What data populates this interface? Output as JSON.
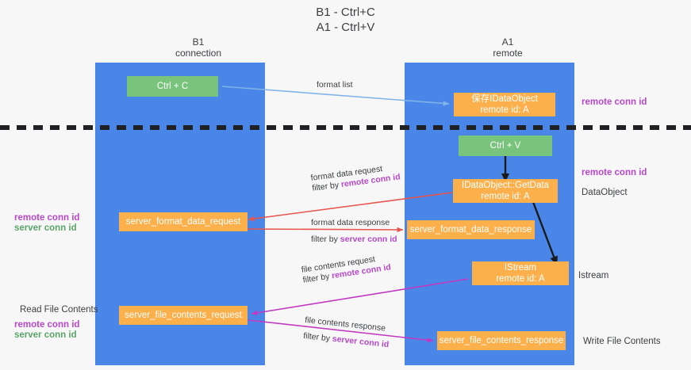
{
  "title": {
    "line1": "B1 - Ctrl+C",
    "line2": "A1 - Ctrl+V"
  },
  "columns": [
    {
      "name": "B1",
      "role": "connection"
    },
    {
      "name": "A1",
      "role": "remote"
    }
  ],
  "colors": {
    "lane": "#4a86e8",
    "green_box": "#79c47d",
    "orange_box": "#fbb04b",
    "remote_conn_id": "#b648c8",
    "server_conn_id": "#5aa469",
    "divider": "#202124",
    "arrow_format_request": "#e8554d",
    "arrow_format_response": "#e8554d",
    "arrow_file_request": "#c238c2",
    "arrow_file_response": "#c238c2",
    "arrow_format_list": "#7fb4e8",
    "arrow_internal": "#1a1a1a"
  },
  "boxes": {
    "ctrl_c": {
      "line1": "Ctrl + C",
      "line2": ""
    },
    "idataobject_remote": {
      "line1": "保存IDataObject",
      "line2": "remote id: A"
    },
    "ctrl_v": {
      "line1": "Ctrl + V",
      "line2": ""
    },
    "getdata": {
      "line1": "IDataObject::GetData",
      "line2": "remote id: A"
    },
    "server_format_data_request": {
      "line1": "server_format_data_request",
      "line2": ""
    },
    "server_format_data_response": {
      "line1": "server_format_data_response",
      "line2": ""
    },
    "istream": {
      "line1": "IStream",
      "line2": "remote id: A"
    },
    "server_file_contents_request": {
      "line1": "server_file_contents_request",
      "line2": ""
    },
    "server_file_contents_response": {
      "line1": "server_file_contents_response",
      "line2": ""
    }
  },
  "edge_labels": {
    "format_list": {
      "text": "format list",
      "filter_prefix": "",
      "filter_key": ""
    },
    "format_data_request": {
      "text": "format data request",
      "filter_prefix": "filter by ",
      "filter_key": "remote conn id"
    },
    "format_data_response": {
      "text": "format data response",
      "filter_prefix": "filter by ",
      "filter_key": "server conn id"
    },
    "file_contents_request": {
      "text": "file contents request",
      "filter_prefix": "filter by ",
      "filter_key": "remote conn id"
    },
    "file_contents_response": {
      "text": "file contents response",
      "filter_prefix": "filter by ",
      "filter_key": "server conn id"
    }
  },
  "annotations": {
    "right_top_remote_conn_id": "remote conn id",
    "right_mid_remote_conn_id": "remote conn id",
    "right_dataobject": "DataObject",
    "right_istream": "Istream",
    "right_write_file_contents": "Write File Contents",
    "left_remote_conn_id_1": "remote conn id",
    "left_server_conn_id_1": "server conn id",
    "left_read_file_contents": "Read File Contents",
    "left_remote_conn_id_2": "remote conn id",
    "left_server_conn_id_2": "server conn id"
  }
}
